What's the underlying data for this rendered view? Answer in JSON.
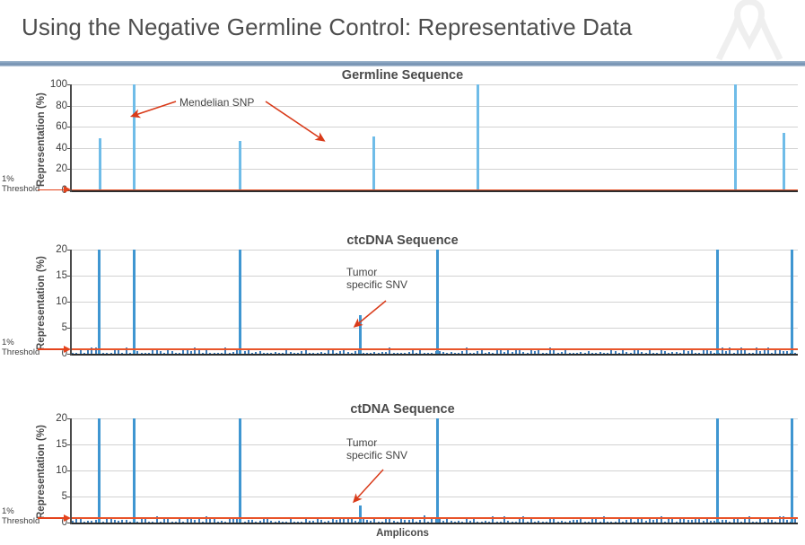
{
  "slide": {
    "title": "Using the Negative Germline Control: Representative Data",
    "ribbon_icon": "awareness-ribbon-icon",
    "accent_color": "#7d99b8",
    "title_color": "#4d4d4d"
  },
  "common": {
    "ylabel": "Representation (%)",
    "xlabel": "Amplicons",
    "threshold_label_line1": "1%",
    "threshold_label_line2": "Threshold",
    "threshold_value": 1,
    "threshold_color": "#e8542a",
    "bar_color_major": "#3f96d1",
    "bar_color_light": "#6fbce8",
    "bar_color_noise": "#3f7fbd"
  },
  "chart_data": [
    {
      "type": "bar",
      "id": "germline",
      "title": "Germline Sequence",
      "xlabel": "",
      "ylabel": "Representation (%)",
      "ylim": [
        0,
        100
      ],
      "yticks": [
        0,
        20,
        40,
        60,
        80,
        100
      ],
      "grid": true,
      "threshold": 1,
      "annotations": [
        {
          "text": "Mendelian SNP",
          "points_to": [
            "bar at x=0.085 (value 100)",
            "bar at x=0.415 (value 51)"
          ]
        }
      ],
      "points": [
        {
          "x": 0.0365,
          "value": 49
        },
        {
          "x": 0.0845,
          "value": 100
        },
        {
          "x": 0.2295,
          "value": 47
        },
        {
          "x": 0.414,
          "value": 51
        },
        {
          "x": 0.558,
          "value": 100
        },
        {
          "x": 0.912,
          "value": 100
        },
        {
          "x": 0.979,
          "value": 54
        }
      ]
    },
    {
      "type": "bar",
      "id": "ctcdna",
      "title": "ctcDNA Sequence",
      "xlabel": "",
      "ylabel": "Representation (%)",
      "ylim": [
        0,
        20
      ],
      "yticks": [
        0,
        5,
        10,
        15,
        20
      ],
      "grid": true,
      "threshold": 1,
      "annotations": [
        {
          "text": "Tumor specific SNV",
          "line1": "Tumor",
          "line2": "specific SNV",
          "points_to": "bar at x=0.395 (value 7.5)"
        }
      ],
      "points": [
        {
          "x": 0.036,
          "value": 20
        },
        {
          "x": 0.0845,
          "value": 20
        },
        {
          "x": 0.2295,
          "value": 20
        },
        {
          "x": 0.395,
          "value": 7.5
        },
        {
          "x": 0.502,
          "value": 20
        },
        {
          "x": 0.887,
          "value": 20
        },
        {
          "x": 0.99,
          "value": 20
        }
      ],
      "noise_level_max": 1.3
    },
    {
      "type": "bar",
      "id": "ctdna",
      "title": "ctDNA Sequence",
      "xlabel": "Amplicons",
      "ylabel": "Representation (%)",
      "ylim": [
        0,
        20
      ],
      "yticks": [
        0,
        5,
        10,
        15,
        20
      ],
      "grid": true,
      "threshold": 1,
      "annotations": [
        {
          "text": "Tumor specific SNV",
          "line1": "Tumor",
          "line2": "specific SNV",
          "points_to": "bar at x=0.395 (value 3.3)"
        }
      ],
      "points": [
        {
          "x": 0.036,
          "value": 20
        },
        {
          "x": 0.0845,
          "value": 20
        },
        {
          "x": 0.2295,
          "value": 20
        },
        {
          "x": 0.395,
          "value": 3.3
        },
        {
          "x": 0.502,
          "value": 20
        },
        {
          "x": 0.887,
          "value": 20
        },
        {
          "x": 0.99,
          "value": 20
        }
      ],
      "noise_level_max": 1.3
    }
  ]
}
